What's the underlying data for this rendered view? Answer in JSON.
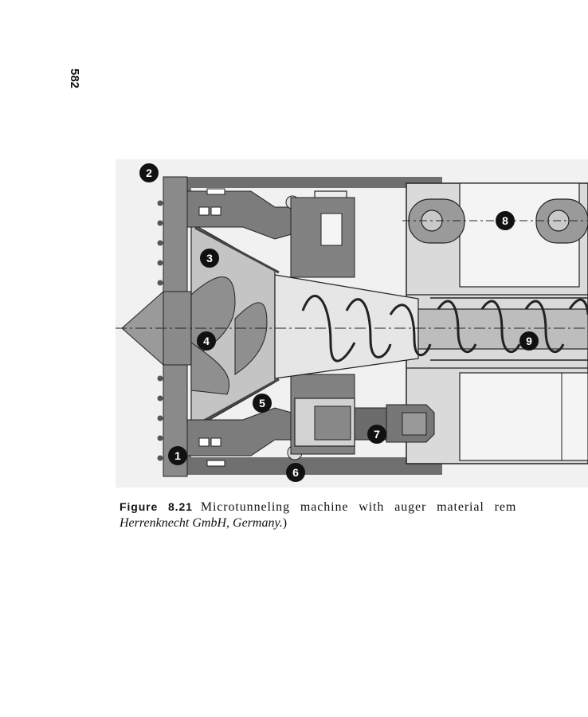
{
  "page": {
    "number": "582"
  },
  "figure": {
    "callouts": [
      "1",
      "2",
      "3",
      "4",
      "5",
      "6",
      "7",
      "8",
      "9"
    ],
    "caption": {
      "label": "Figure 8.21",
      "text": "Microtunneling machine with auger material rem",
      "credit": "Herrenknecht GmbH, Germany.",
      "credit_close": ")"
    }
  }
}
